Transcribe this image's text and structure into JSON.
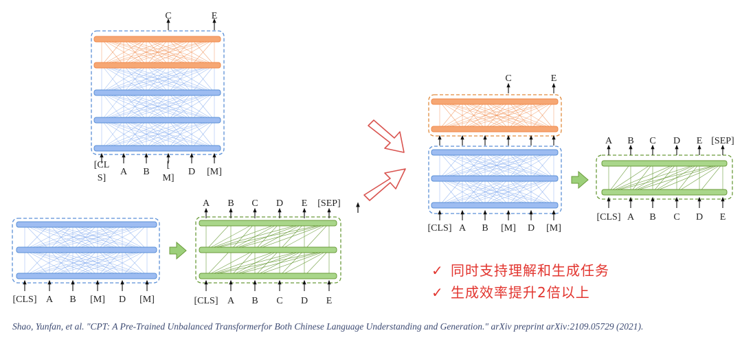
{
  "left_encoder": {
    "output_tokens": [
      "C",
      "E"
    ],
    "input_tokens": [
      "[CL\nS]",
      "A",
      "B",
      "[\nM]",
      "D",
      "[M]"
    ]
  },
  "bert_encoder": {
    "input_tokens": [
      "[CLS]",
      "A",
      "B",
      "[M]",
      "D",
      "[M]"
    ]
  },
  "gpt_decoder": {
    "output_tokens": [
      "A",
      "B",
      "C",
      "D",
      "E",
      "[SEP]"
    ],
    "input_tokens": [
      "[CLS]",
      "A",
      "B",
      "C",
      "D",
      "E"
    ]
  },
  "cpt_model": {
    "output_tokens": [
      "C",
      "E"
    ],
    "input_tokens": [
      "[CLS]",
      "A",
      "B",
      "[M]",
      "D",
      "[M]"
    ]
  },
  "right_decoder": {
    "output_tokens": [
      "A",
      "B",
      "C",
      "D",
      "E",
      "[SEP]"
    ],
    "input_tokens": [
      "[CLS]",
      "A",
      "B",
      "C",
      "D",
      "E"
    ]
  },
  "benefits": {
    "check_icon": "checkmark",
    "items": [
      "同时支持理解和生成任务",
      "生成效率提升2倍以上"
    ]
  },
  "citation": "Shao, Yunfan, et al. \"CPT: A Pre-Trained Unbalanced Transformerfor Both Chinese Language Understanding and Generation.\" arXiv preprint arXiv:2109.05729 (2021).",
  "colors": {
    "encoder": "#6d9ae8",
    "decoder_top": "#f08a4b",
    "generator": "#8fc66b",
    "dashed_blue": "#5a8fd6",
    "dashed_orange": "#e08a3c",
    "dashed_green": "#6a9b3a",
    "arrow_red": "#d9534f",
    "benefit_red": "#e2352f"
  }
}
